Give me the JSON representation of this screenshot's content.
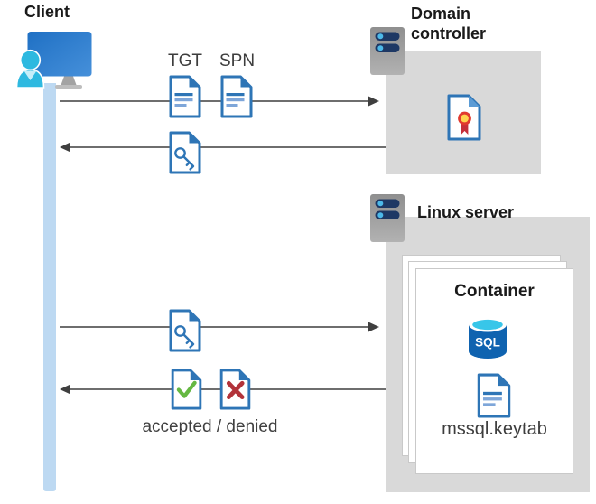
{
  "client": {
    "label": "Client"
  },
  "domain_controller": {
    "label": "Domain controller"
  },
  "linux_server": {
    "label": "Linux server"
  },
  "container": {
    "label": "Container",
    "sql_label": "SQL",
    "keytab_label": "mssql.keytab"
  },
  "flows": {
    "tgt_label": "TGT",
    "spn_label": "SPN",
    "result_label": "accepted / denied"
  },
  "icons": {
    "client": "person-at-monitor-icon",
    "domain_controller": "server-icon",
    "linux_server": "server-icon",
    "tgt": "blue-document-icon",
    "spn": "blue-document-icon",
    "ticket": "key-document-icon",
    "certificate": "certificate-document-icon",
    "accepted": "check-document-icon",
    "denied": "x-document-icon",
    "sql": "sql-database-cylinder-icon",
    "keytab": "blue-document-icon"
  },
  "colors": {
    "doc_blue": "#2E75B6",
    "doc_line_light": "#7EA6D9",
    "panel_gray": "#D9D9D9",
    "arrow_gray": "#3F3F3F",
    "client_line_blue": "#BDD9F2",
    "accept_green": "#65B842",
    "deny_red": "#B2333A",
    "cert_red": "#E13A2F",
    "cert_yellow": "#FFD34E",
    "sql_body_blue": "#0F63B0",
    "sql_top_cyan": "#38C6E9",
    "server_bar_navy": "#1E3864",
    "server_dot_blue": "#4CB9E9",
    "person_cyan": "#2EB9E0"
  }
}
